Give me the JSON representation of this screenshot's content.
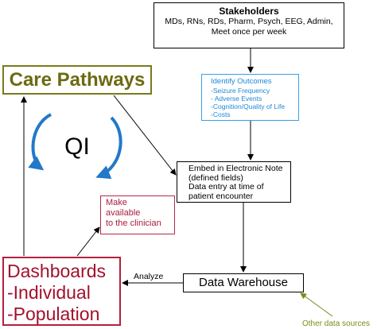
{
  "stakeholders": {
    "title": "Stakeholders",
    "line1": "MDs, RNs, RDs, Pharm, Psych, EEG, Admin,",
    "line2": "Meet once per week"
  },
  "outcomes": {
    "title": "Identify Outcomes",
    "items": [
      "-Seizure Frequency",
      "- Adverse Events",
      "-Cognition/Quality of Life",
      "-Costs"
    ]
  },
  "care_pathways": {
    "label": "Care Pathways"
  },
  "qi": {
    "label": "QI"
  },
  "electronic_note": {
    "lines": [
      "Embed in Electronic Note",
      "(defined fields)",
      "Data entry at time of",
      "patient encounter"
    ]
  },
  "clinician": {
    "lines": [
      "Make",
      "available",
      "to the clinician"
    ]
  },
  "dashboards": {
    "lines": [
      "Dashboards",
      "-Individual",
      "-Population"
    ]
  },
  "data_warehouse": {
    "label": "Data Warehouse"
  },
  "analyze": {
    "label": "Analyze"
  },
  "other_sources": {
    "label": "Other data sources"
  },
  "colors": {
    "care": "#6b6b12",
    "outcomes": "#1e88d8",
    "qi_arrow": "#2179c7",
    "clinician": "#a81d3d",
    "dashboards": "#a3102c",
    "other_sources": "#7f8a1c"
  }
}
